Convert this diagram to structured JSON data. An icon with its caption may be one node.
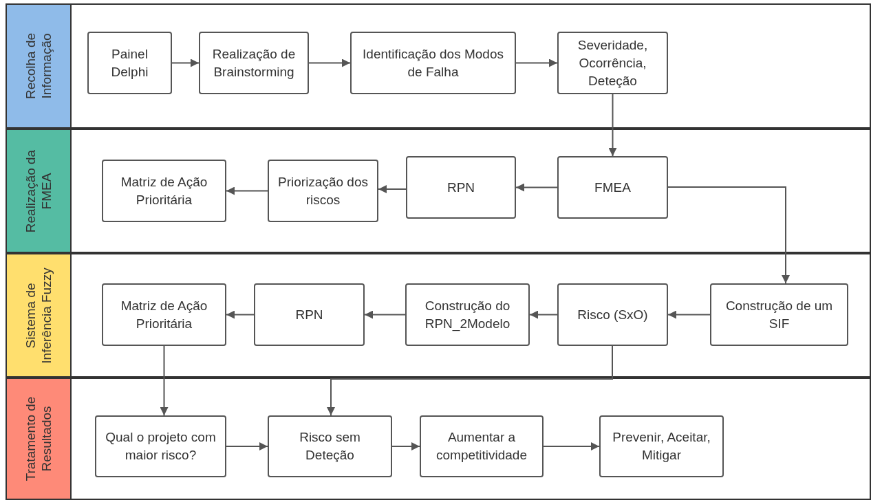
{
  "diagram": {
    "nodes": [
      {
        "text": [
          "Recolha de Informação"
        ]
      },
      {
        "text": [
          "Painel Delphi"
        ],
        "in": 0
      },
      {
        "text": [
          "Realização de Brainstorming"
        ],
        "in": 0
      },
      {
        "text": [
          "Identificação dos Modos de Falha"
        ],
        "in": 0
      },
      {
        "text": [
          "Severidade, Ocorrência, Deteção"
        ],
        "in": 0
      },
      {
        "text": [
          "Realização da FMEA"
        ]
      },
      {
        "text": [
          "Matriz de Ação Prioritária"
        ],
        "in": 5
      },
      {
        "text": [
          "Priorização dos riscos"
        ],
        "in": 5
      },
      {
        "text": [
          "RPN"
        ],
        "in": 5
      },
      {
        "text": [
          "FMEA"
        ],
        "in": 5
      },
      {
        "text": [
          "Sistema de Inferência Fuzzy"
        ]
      },
      {
        "text": [
          "Matriz de Ação Prioritária"
        ],
        "in": 10
      },
      {
        "text": [
          "RPN"
        ],
        "in": 10
      },
      {
        "text": [
          "Construção do RPN_2Modelo"
        ],
        "in": 10
      },
      {
        "text": [
          "Risco (SxO)"
        ],
        "in": 10
      },
      {
        "text": [
          "Construção de um SIF"
        ],
        "in": 10
      },
      {
        "text": [
          "Tratamento de Resultados"
        ]
      },
      {
        "text": [
          "Qual o projeto com maior risco?"
        ],
        "in": 16
      },
      {
        "text": [
          "Risco sem Deteção"
        ],
        "in": 16
      },
      {
        "text": [
          "Aumentar a competitividade"
        ],
        "in": 16
      },
      {
        "text": [
          "Prevenir, Aceitar, Mitigar"
        ],
        "in": 16
      }
    ],
    "edges": [
      {
        "from": 1,
        "to": 2,
        "arrow": "to"
      },
      {
        "from": 2,
        "to": 3,
        "arrow": "to"
      },
      {
        "from": 3,
        "to": 4,
        "arrow": "to"
      },
      {
        "from": 4,
        "to": 9,
        "arrow": "to"
      },
      {
        "from": 9,
        "to": 8,
        "arrow": "to"
      },
      {
        "from": 8,
        "to": 7,
        "arrow": "to"
      },
      {
        "from": 7,
        "to": 6,
        "arrow": "to"
      },
      {
        "from": 9,
        "to": 15,
        "arrow": "to"
      },
      {
        "from": 15,
        "to": 14,
        "arrow": "to"
      },
      {
        "from": 14,
        "to": 13,
        "arrow": "to"
      },
      {
        "from": 13,
        "to": 12,
        "arrow": "to"
      },
      {
        "from": 12,
        "to": 11,
        "arrow": "to"
      },
      {
        "from": 11,
        "to": 17,
        "arrow": "to"
      },
      {
        "from": 14,
        "to": 18,
        "arrow": "to"
      },
      {
        "from": 17,
        "to": 18,
        "arrow": "to"
      },
      {
        "from": 18,
        "to": 19,
        "arrow": "to"
      },
      {
        "from": 19,
        "to": 20,
        "arrow": "to"
      }
    ]
  }
}
